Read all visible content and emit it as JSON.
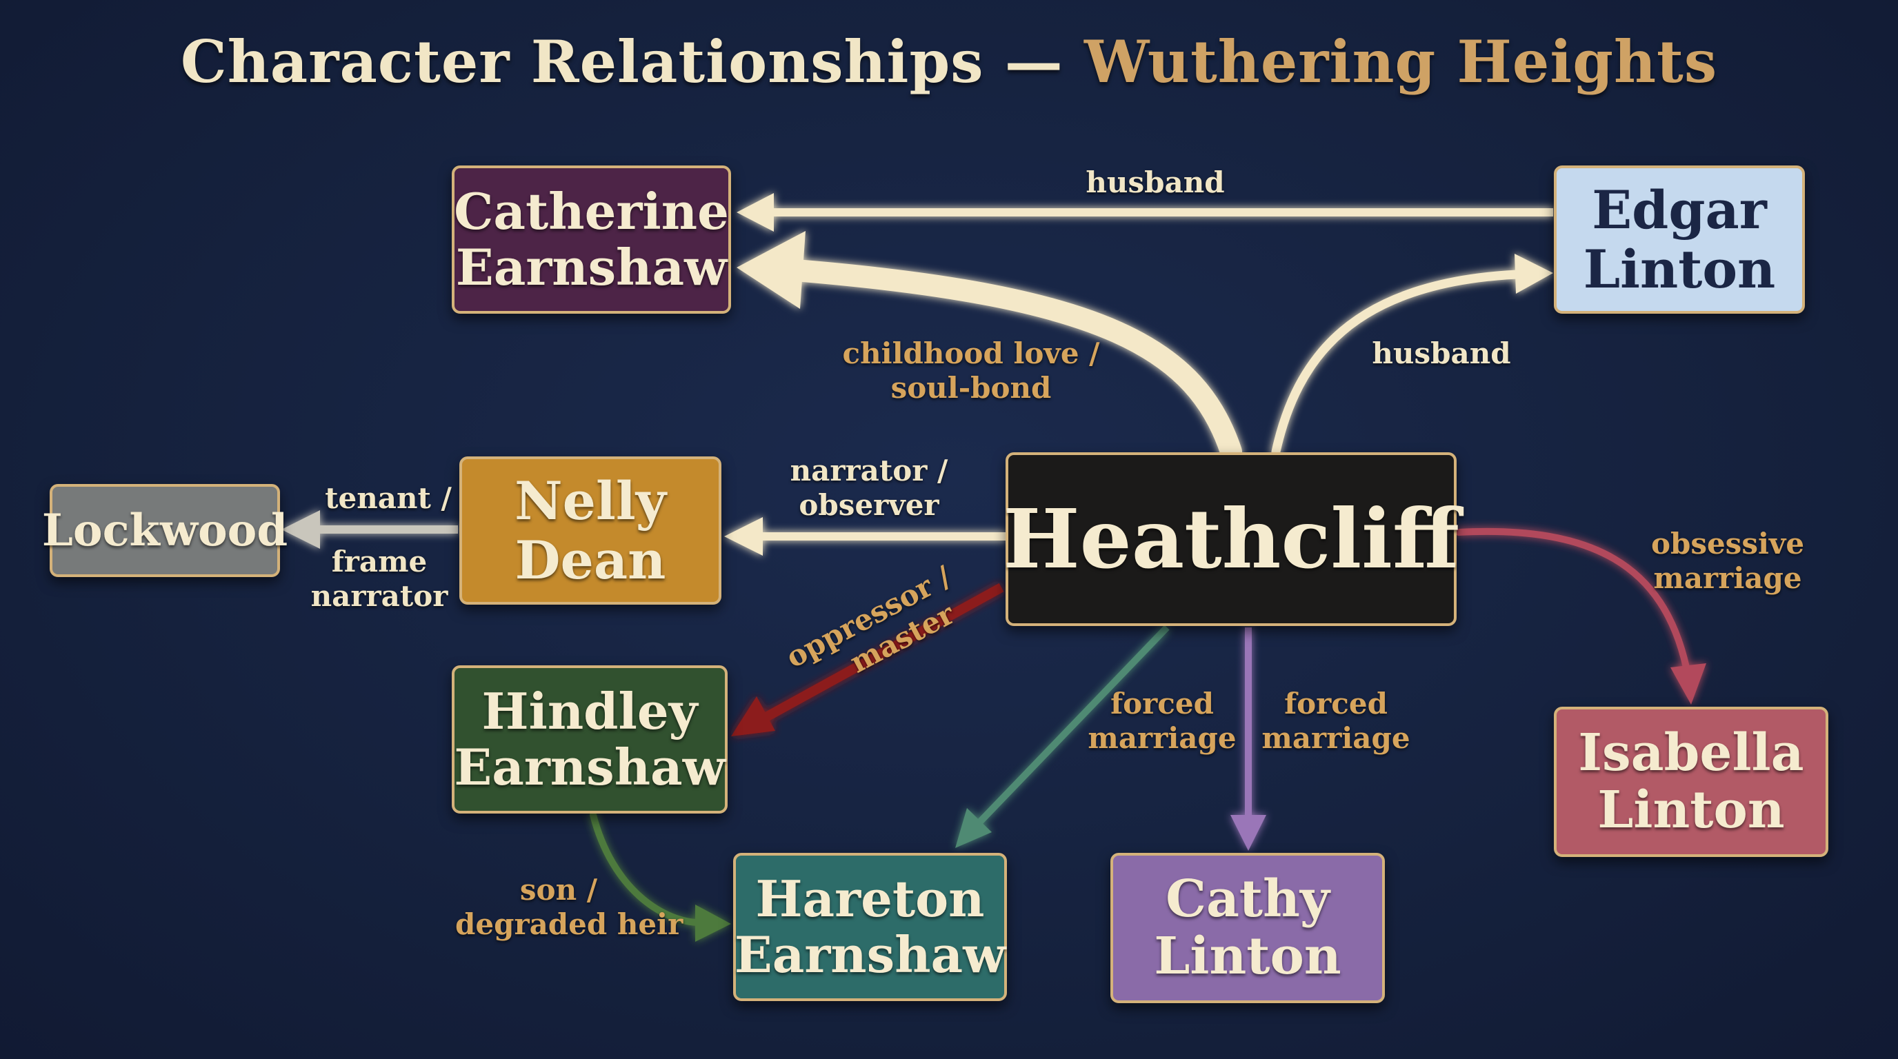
{
  "title": {
    "part1": "Character Relationships —",
    "part2": "Wuthering Heights"
  },
  "nodes": {
    "catherine": {
      "line1": "Catherine",
      "line2": "Earnshaw",
      "fill": "#4d2447"
    },
    "edgar": {
      "line1": "Edgar",
      "line2": "Linton",
      "fill": "#c5d9ee"
    },
    "lockwood": {
      "line1": "Lockwood",
      "fill": "#777a7a"
    },
    "nelly": {
      "line1": "Nelly",
      "line2": "Dean",
      "fill": "#c48a2c"
    },
    "heathcliff": {
      "line1": "Heathcliff",
      "fill": "#1b1a19"
    },
    "hindley": {
      "line1": "Hindley",
      "line2": "Earnshaw",
      "fill": "#31512f"
    },
    "hareton": {
      "line1": "Hareton",
      "line2": "Earnshaw",
      "fill": "#2d6c69"
    },
    "cathy": {
      "line1": "Cathy",
      "line2": "Linton",
      "fill": "#8a6ba8"
    },
    "isabella": {
      "line1": "Isabella",
      "line2": "Linton",
      "fill": "#b25a66"
    }
  },
  "edges": {
    "edgar_catherine": {
      "line1": "husband"
    },
    "heathcliff_catherine": {
      "line1": "childhood love /",
      "line2": "soul-bond"
    },
    "heathcliff_edgar": {
      "line1": "husband"
    },
    "heathcliff_nelly": {
      "line1": "narrator /",
      "line2": "observer"
    },
    "nelly_lockwood": {
      "line1": "tenant /",
      "line2": "frame",
      "line3": "narrator"
    },
    "heathcliff_hindley": {
      "line1": "oppressor /",
      "line2": "master"
    },
    "heathcliff_hareton": {
      "line1": "forced",
      "line2": "marriage"
    },
    "heathcliff_cathy": {
      "line1": "forced",
      "line2": "marriage"
    },
    "heathcliff_isabella": {
      "line1": "obsessive",
      "line2": "marriage"
    },
    "hindley_hareton": {
      "line1": "son /",
      "line2": "degraded heir"
    }
  },
  "colors": {
    "cream_arrow": "#f4e8c8",
    "grey_arrow": "#c9c6bc",
    "red_arrow": "#8c1f1f",
    "teal_arrow": "#4f8a73",
    "purple_arrow": "#9a76b8",
    "rose_arrow": "#b24a5c",
    "green_arrow": "#4e7a3c",
    "node_border": "#d4b27a"
  }
}
